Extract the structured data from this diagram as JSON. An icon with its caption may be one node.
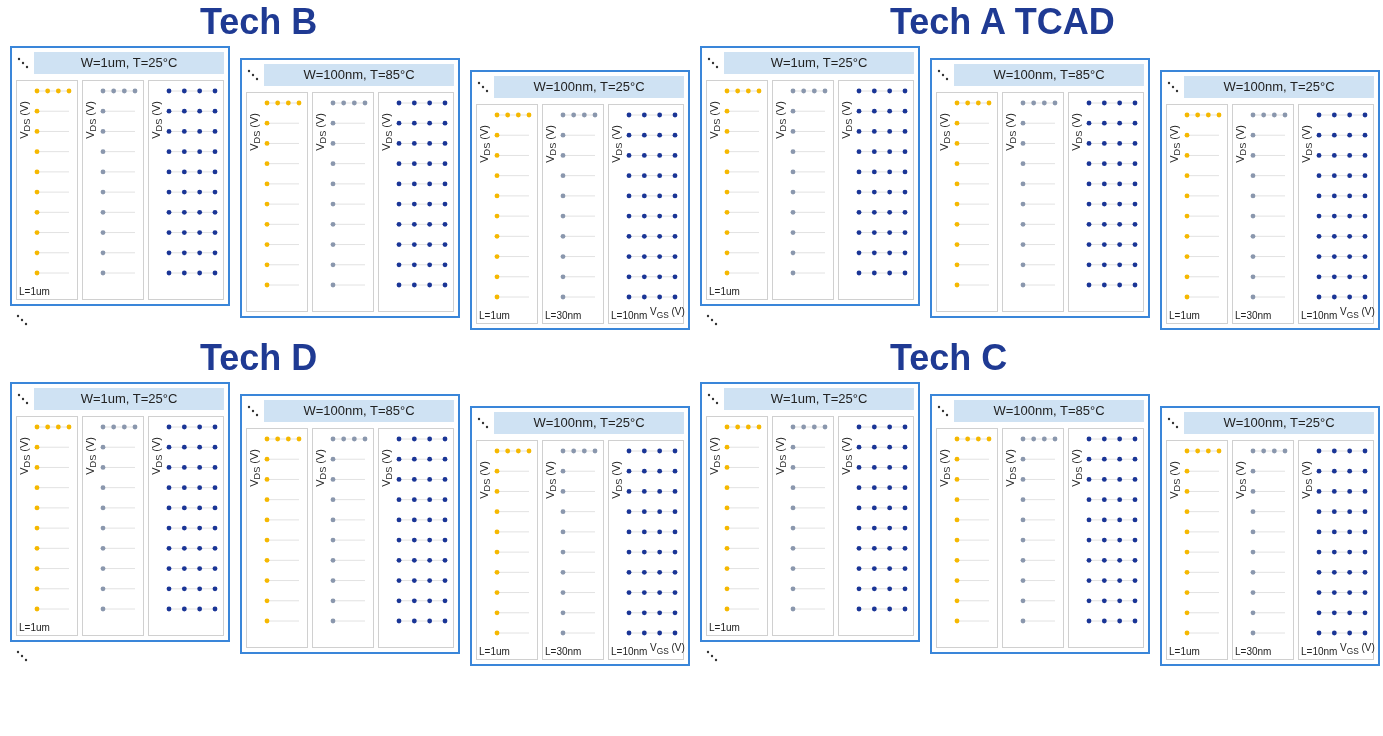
{
  "diagram": {
    "nodes": [
      {
        "text": [
          "W=1um, T=25°C"
        ]
      },
      {
        "text": [
          "V$_{DS}$ (V)",
          "L=1um"
        ],
        "in": 0
      },
      {
        "text": [
          "V$_{DS}$ (V)"
        ],
        "in": 0
      },
      {
        "text": [
          "V$_{DS}$ (V)"
        ],
        "in": 0
      },
      {
        "text": [
          "W=100nm, T=85°C"
        ]
      },
      {
        "text": [
          "V$_{DS}$ (V)"
        ],
        "in": 4
      },
      {
        "text": [
          "V$_{DS}$ (V)"
        ],
        "in": 4
      },
      {
        "text": [
          "V$_{DS}$ (V)"
        ],
        "in": 4
      },
      {
        "text": [
          "W=100nm, T=25°C"
        ]
      },
      {
        "text": [
          "V$_{DS}$ (V)",
          "L=1um"
        ],
        "in": 8
      },
      {
        "text": [
          "V$_{DS}$ (V)",
          "L=30nm"
        ],
        "in": 8
      },
      {
        "text": [
          "V$_{DS}$ (V)",
          "L=10nm",
          "V$_{GS}$ (V)"
        ],
        "in": 8
      },
      {
        "text": [
          "W=1um, T=25°C"
        ]
      },
      {
        "text": [
          "V$_{DS}$ (V)",
          "L=1um"
        ],
        "in": 12
      },
      {
        "text": [
          "V$_{DS}$ (V)"
        ],
        "in": 12
      },
      {
        "text": [
          "V$_{DS}$ (V)"
        ],
        "in": 12
      },
      {
        "text": [
          "W=100nm, T=85°C"
        ]
      },
      {
        "text": [
          "V$_{DS}$ (V)"
        ],
        "in": 16
      },
      {
        "text": [
          "V$_{DS}$ (V)"
        ],
        "in": 16
      },
      {
        "text": [
          "V$_{DS}$ (V)"
        ],
        "in": 16
      },
      {
        "text": [
          "W=100nm, T=25°C"
        ]
      },
      {
        "text": [
          "V$_{DS}$ (V)",
          "L=1um"
        ],
        "in": 20
      },
      {
        "text": [
          "V$_{DS}$ (V)",
          "L=30nm"
        ],
        "in": 20
      },
      {
        "text": [
          "V$_{DS}$ (V)",
          "L=10nm",
          "V$_{GS}$ (V)"
        ],
        "in": 20
      },
      {
        "text": [
          "W=1um, T=25°C"
        ]
      },
      {
        "text": [
          "V$_{DS}$ (V)",
          "L=1um"
        ],
        "in": 24
      },
      {
        "text": [
          "V$_{DS}$ (V)"
        ],
        "in": 24
      },
      {
        "text": [
          "V$_{DS}$ (V)"
        ],
        "in": 24
      },
      {
        "text": [
          "W=100nm, T=85°C"
        ]
      },
      {
        "text": [
          "V$_{DS}$ (V)"
        ],
        "in": 28
      },
      {
        "text": [
          "V$_{DS}$ (V)"
        ],
        "in": 28
      },
      {
        "text": [
          "V$_{DS}$ (V)"
        ],
        "in": 28
      },
      {
        "text": [
          "W=100nm, T=25°C"
        ]
      },
      {
        "text": [
          "V$_{DS}$ (V)",
          "L=1um"
        ],
        "in": 32
      },
      {
        "text": [
          "V$_{DS}$ (V)",
          "L=30nm"
        ],
        "in": 32
      },
      {
        "text": [
          "V$_{DS}$ (V)",
          "L=10nm",
          "V$_{GS}$ (V)"
        ],
        "in": 32
      },
      {
        "text": [
          "W=1um, T=25°C"
        ]
      },
      {
        "text": [
          "V$_{DS}$ (V)",
          "L=1um"
        ],
        "in": 36
      },
      {
        "text": [
          "V$_{DS}$ (V)"
        ],
        "in": 36
      },
      {
        "text": [
          "V$_{DS}$ (V)"
        ],
        "in": 36
      },
      {
        "text": [
          "W=100nm, T=85°C"
        ]
      },
      {
        "text": [
          "V$_{DS}$ (V)"
        ],
        "in": 40
      },
      {
        "text": [
          "V$_{DS}$ (V)"
        ],
        "in": 40
      },
      {
        "text": [
          "V$_{DS}$ (V)"
        ],
        "in": 40
      },
      {
        "text": [
          "W=100nm, T=25°C"
        ]
      },
      {
        "text": [
          "V$_{DS}$ (V)",
          "L=1um"
        ],
        "in": 44
      },
      {
        "text": [
          "V$_{DS}$ (V)",
          "L=30nm"
        ],
        "in": 44
      },
      {
        "text": [
          "V$_{DS}$ (V)",
          "L=10nm",
          "V$_{GS}$ (V)"
        ],
        "in": 44
      }
    ],
    "labels": [
      "Tech B",
      "Tech A TCAD",
      "Tech D",
      "Tech C"
    ]
  }
}
